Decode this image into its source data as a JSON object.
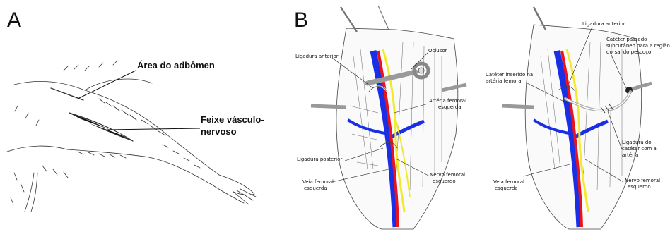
{
  "panel_a": {
    "letter": "A",
    "labels": {
      "abdomen": "Área do adbômen",
      "bundle_line1": "Feixe vásculo-",
      "bundle_line2": "nervoso"
    }
  },
  "panel_b": {
    "letter": "B",
    "left": {
      "ligadura_anterior": "Ligadura anterior",
      "oclusor": "Oclusor",
      "arteria_l1": "Artéria femoral",
      "arteria_l2": "esquerda",
      "ligadura_posterior": "Ligadura posterior",
      "nervo_l1": "Nervo femoral",
      "nervo_l2": "esquerdo",
      "veia_l1": "Veia femoral",
      "veia_l2": "esquerda"
    },
    "right": {
      "ligadura_anterior": "Ligadura anterior",
      "cateter_inserido_l1": "Catéter inserido na",
      "cateter_inserido_l2": "artéria femoral",
      "cateter_passado_l1": "Catéter passado",
      "cateter_passado_l2": "subcutâneo para a região",
      "cateter_passado_l3": "dorsal do pescoço",
      "ligadura_cateter_l1": "Ligadura do",
      "ligadura_cateter_l2": "catéter com a",
      "ligadura_cateter_l3": "artéria",
      "veia_l1": "Veia femoral",
      "veia_l2": "esquerda",
      "nervo_l1": "Nervo femoral",
      "nervo_l2": "esquerdo"
    }
  },
  "colors": {
    "artery": "#e8141c",
    "vein": "#1a2ee6",
    "nerve": "#f2ea2a",
    "ink": "#222222",
    "instrument": "#9a9a9a"
  }
}
